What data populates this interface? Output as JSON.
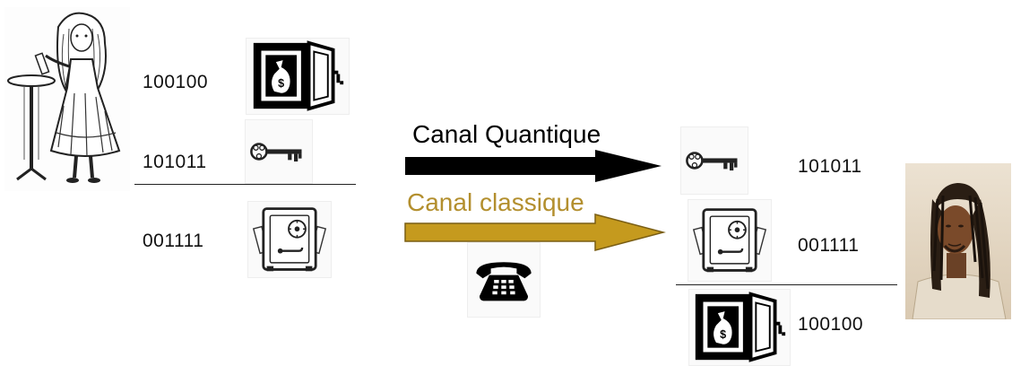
{
  "alice": {
    "portrait": "alice-illustration"
  },
  "bob": {
    "portrait": "bob-photo"
  },
  "left": {
    "bits_top": "100100",
    "bits_key": "101011",
    "bits_locked": "001111",
    "icons": [
      "open-safe-dollar-icon",
      "key-icon",
      "closed-safe-icon"
    ]
  },
  "right": {
    "bits_key": "101011",
    "bits_locked": "001111",
    "bits_bottom": "100100",
    "icons": [
      "key-icon",
      "closed-safe-icon",
      "open-safe-dollar-icon"
    ]
  },
  "channels": {
    "quantum_label": "Canal Quantique",
    "classical_label": "Canal classique",
    "quantum_color": "#000000",
    "classical_color": "#c59a1e",
    "classical_label_color": "#b38f2e"
  },
  "phone": {
    "icon": "telephone-icon"
  }
}
